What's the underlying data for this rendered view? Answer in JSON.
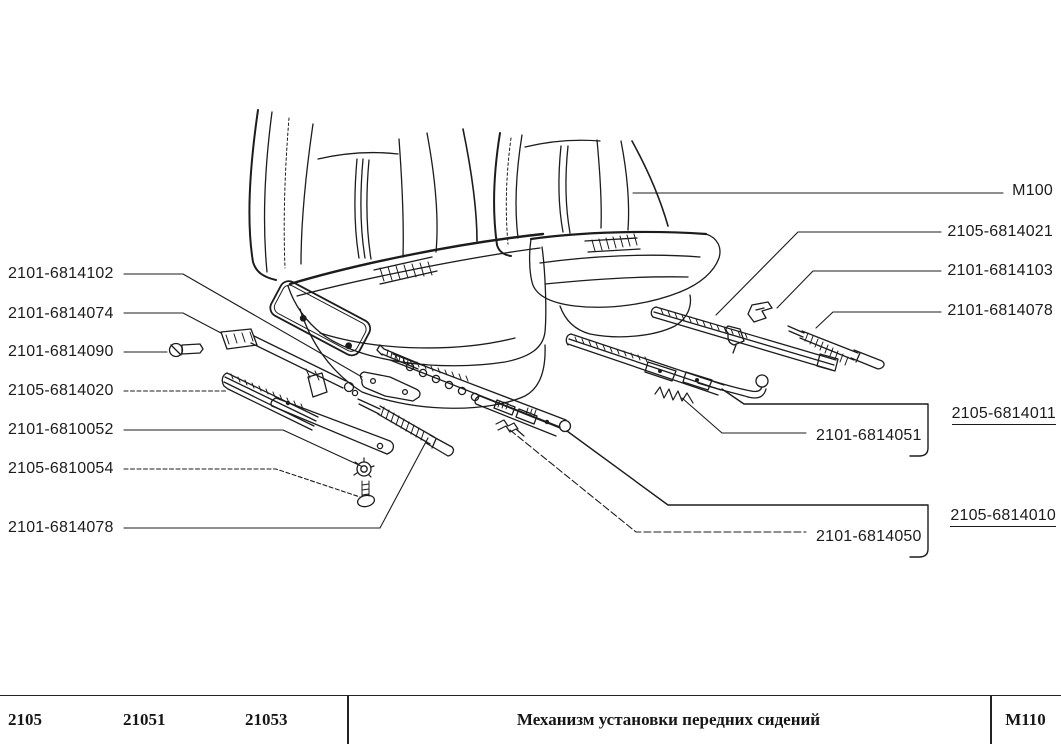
{
  "page": {
    "background": "#ffffff",
    "ink": "#1c1c1c"
  },
  "drawing": {
    "description": "exploded view of front seats and seat adjustment rails"
  },
  "callouts": {
    "m100": "M100",
    "left": [
      "2101-6814102",
      "2101-6814074",
      "2101-6814090",
      "2105-6814020",
      "2101-6810052",
      "2105-6810054",
      "2101-6814078"
    ],
    "right": [
      "2105-6814021",
      "2101-6814103",
      "2101-6814078"
    ],
    "assemblies_underlined": [
      "2105-6814011",
      "2105-6814010"
    ],
    "bracketed": [
      "2101-6814051",
      "2101-6814050"
    ]
  },
  "footer": {
    "models": [
      "2105",
      "21051",
      "21053"
    ],
    "title": "Механизм установки передних сидений",
    "sheet_code": "М110"
  }
}
